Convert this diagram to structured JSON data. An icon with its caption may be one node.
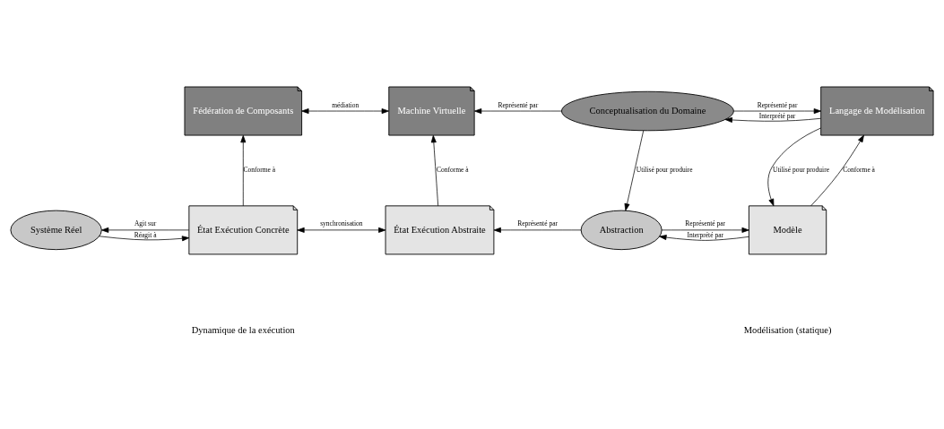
{
  "diagram": {
    "nodes": [
      {
        "text": [
          "Fédération de Composants"
        ]
      },
      {
        "text": [
          "Machine Virtuelle"
        ]
      },
      {
        "text": [
          "Conceptualisation du Domaine"
        ]
      },
      {
        "text": [
          "Langage de Modélisation"
        ]
      },
      {
        "text": [
          "Système Réel"
        ]
      },
      {
        "text": [
          "État Exécution Concrète"
        ]
      },
      {
        "text": [
          "État Exécution Abstraite"
        ]
      },
      {
        "text": [
          "Abstraction"
        ]
      },
      {
        "text": [
          "Modèle"
        ]
      }
    ],
    "edges": [
      {
        "from": 0,
        "to": 1,
        "arrow": "both",
        "label": "médiation"
      },
      {
        "from": 2,
        "to": 1,
        "arrow": "to",
        "label": "Représenté par"
      },
      {
        "from": 3,
        "to": 2,
        "arrow": "to",
        "label": "Interprété par"
      },
      {
        "from": 2,
        "to": 3,
        "arrow": "to",
        "label": "Représenté par"
      },
      {
        "from": 5,
        "to": 0,
        "arrow": "to",
        "label": "Conforme à"
      },
      {
        "from": 6,
        "to": 1,
        "arrow": "to",
        "label": "Conforme à"
      },
      {
        "from": 2,
        "to": 7,
        "arrow": "to",
        "label": "Utilisé pour produire"
      },
      {
        "from": 3,
        "to": 8,
        "arrow": "to",
        "label": "Utilisé pour produire"
      },
      {
        "from": 8,
        "to": 3,
        "arrow": "to",
        "label": "Conforme à"
      },
      {
        "from": 5,
        "to": 4,
        "arrow": "to",
        "label": "Agit sur"
      },
      {
        "from": 4,
        "to": 5,
        "arrow": "to",
        "label": "Réagit à"
      },
      {
        "from": 5,
        "to": 6,
        "arrow": "both",
        "label": "synchronisation"
      },
      {
        "from": 7,
        "to": 6,
        "arrow": "to",
        "label": "Représenté par"
      },
      {
        "from": 8,
        "to": 7,
        "arrow": "to",
        "label": "Interprété par"
      },
      {
        "from": 7,
        "to": 8,
        "arrow": "to",
        "label": "Représenté par"
      }
    ],
    "labels": [
      "Dynamique de la exécution",
      "Modélisation (statique)"
    ]
  }
}
